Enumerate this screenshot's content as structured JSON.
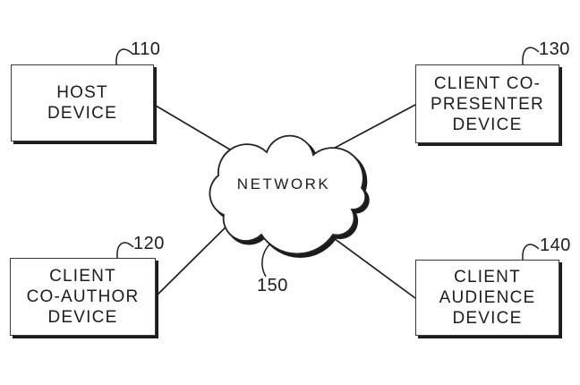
{
  "figure": {
    "nodes": {
      "host": {
        "ref": "110",
        "lines": [
          "HOST",
          "DEVICE"
        ]
      },
      "co_presenter": {
        "ref": "130",
        "lines": [
          "CLIENT CO-",
          "PRESENTER",
          "DEVICE"
        ]
      },
      "co_author": {
        "ref": "120",
        "lines": [
          "CLIENT",
          "CO-AUTHOR",
          "DEVICE"
        ]
      },
      "audience": {
        "ref": "140",
        "lines": [
          "CLIENT",
          "AUDIENCE",
          "DEVICE"
        ]
      }
    },
    "network": {
      "label": "NETWORK",
      "ref": "150"
    },
    "colors": {
      "ink": "#1c1c1c",
      "paper": "#ffffff"
    }
  }
}
